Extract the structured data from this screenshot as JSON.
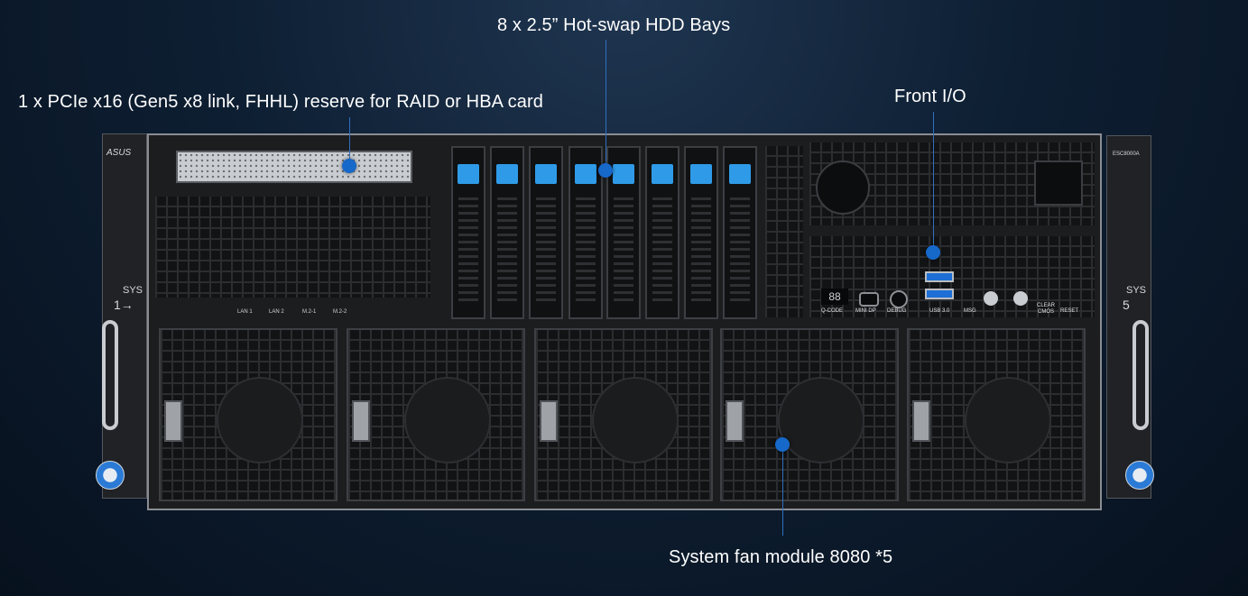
{
  "callouts": {
    "pcie": "1 x PCIe x16 (Gen5 x8 link, FHHL) reserve for RAID or HBA card",
    "hdd": "8 x 2.5” Hot-swap HDD Bays",
    "front_io": "Front I/O",
    "fan": "System fan module 8080 *5"
  },
  "chassis": {
    "brand": "ASUS",
    "model": "ESC8000A",
    "left_ear": {
      "sys": "SYS",
      "number": "1→"
    },
    "right_ear": {
      "sys": "SYS",
      "number": "5"
    },
    "rear_ports": [
      "LAN 1",
      "LAN 2",
      "M.2-1",
      "M.2-2"
    ],
    "front_io_labels": [
      "Q-CODE",
      "MINI DP",
      "DEBUG",
      "USB 3.0",
      "MSG",
      "CLEAR CMOS",
      "RESET"
    ],
    "qcode_display": "88"
  },
  "colors": {
    "accent": "#1668c9",
    "tray_tab": "#2f9be8"
  }
}
